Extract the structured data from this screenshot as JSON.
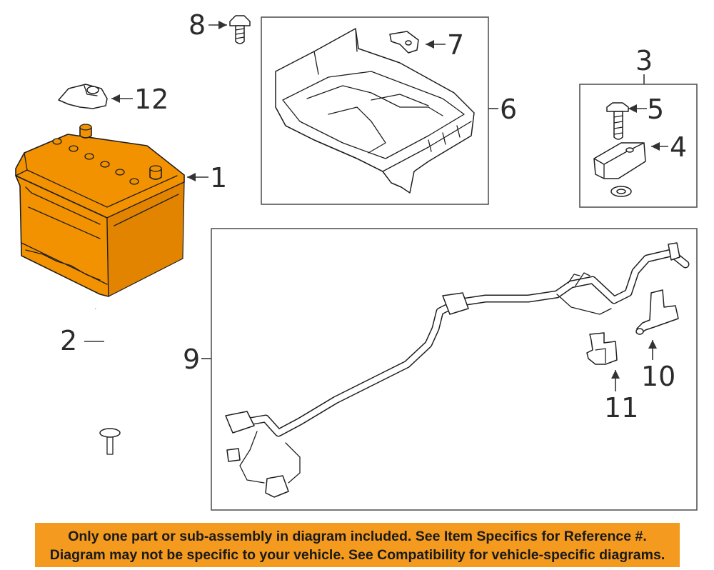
{
  "callouts": {
    "c1": "1",
    "c2": "2",
    "c3": "3",
    "c4": "4",
    "c5": "5",
    "c6": "6",
    "c7": "7",
    "c8": "8",
    "c9": "9",
    "c10": "10",
    "c11": "11",
    "c12": "12"
  },
  "footer": {
    "line1": "Only one part or sub-assembly in diagram included. See Item Specifics for Reference #.",
    "line2": "Diagram may not be specific to your vehicle. See Compatibility for vehicle-specific diagrams."
  },
  "colors": {
    "highlight": "#f39200",
    "footer_bg": "#f39a1f"
  }
}
